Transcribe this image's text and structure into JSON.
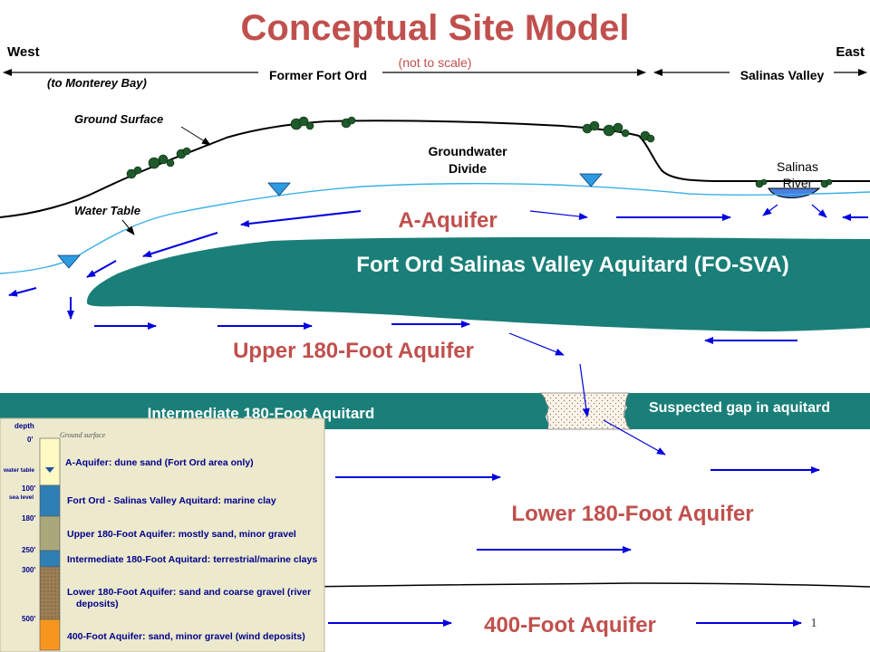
{
  "title": "Conceptual Site Model",
  "subtitle": "(not to scale)",
  "header": {
    "west": "West",
    "east": "East",
    "west_sub": "(to Monterey Bay)",
    "center": "Former Fort Ord",
    "right": "Salinas Valley"
  },
  "labels": {
    "ground_surface": "Ground Surface",
    "water_table": "Water Table",
    "gw_divide_1": "Groundwater",
    "gw_divide_2": "Divide",
    "river_1": "Salinas",
    "river_2": "River",
    "gap": "Suspected gap in aquitard"
  },
  "units": {
    "a_aquifer": "A-Aquifer",
    "fo_sva": "Fort Ord Salinas Valley Aquitard (FO-SVA)",
    "upper_180": "Upper 180-Foot Aquifer",
    "intermediate": "Intermediate  180-Foot Aquitard",
    "lower_180": "Lower 180-Foot Aquifer",
    "aq_400": "400-Foot Aquifer"
  },
  "legend": {
    "depth_header": "depth",
    "ground_surface": "Ground surface",
    "depths": {
      "d0": "0'",
      "wt": "water table",
      "d100": "100'",
      "sea": "sea level",
      "d180": "180'",
      "d250": "250'",
      "d300": "300'",
      "d500": "500'"
    },
    "items": {
      "a": "A-Aquifer:  dune sand (Fort Ord area only)",
      "fosva": "Fort Ord - Salinas Valley Aquitard:  marine clay",
      "upper": "Upper 180-Foot Aquifer: mostly sand, minor gravel",
      "inter": "Intermediate 180-Foot Aquitard: terrestrial/marine clays",
      "lower_1": "Lower 180-Foot Aquifer: sand and coarse gravel (river",
      "lower_2": "deposits)",
      "f400": "400-Foot Aquifer: sand, minor gravel (wind deposits)"
    }
  },
  "page_number": "1",
  "colors": {
    "title": "#c0504d",
    "aquitard": "#1a7f78",
    "arrows": "#0000e0",
    "water_table": "#3ab0e8",
    "legend_bg": "#ece9cd"
  }
}
